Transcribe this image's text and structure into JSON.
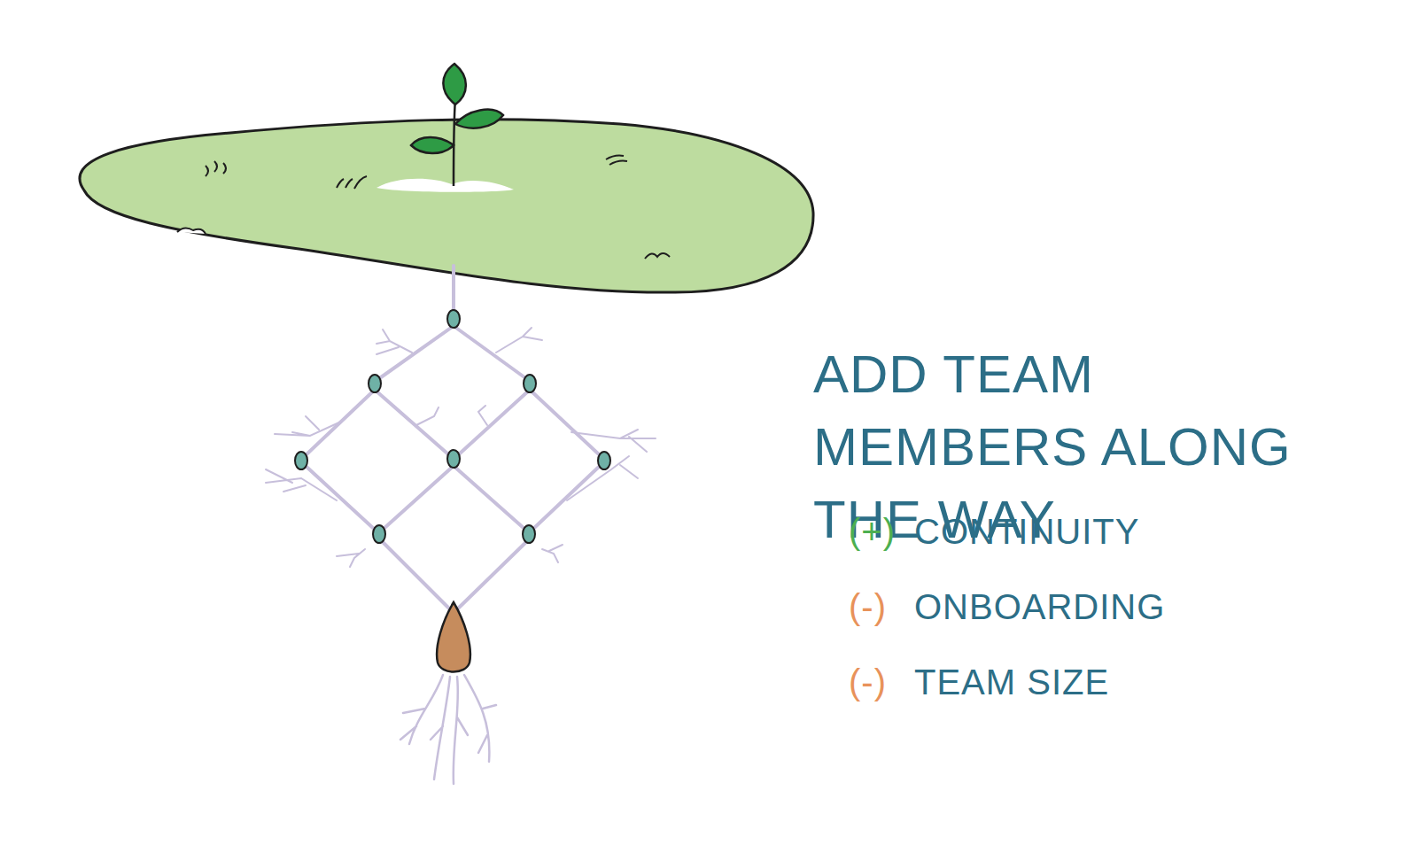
{
  "diagram": {
    "title": "ADD TEAM MEMBERS ALONG THE WAY",
    "labels": [
      "(+)",
      "CONTINUITY",
      "(-)",
      "ONBOARDING",
      "(-)",
      "TEAM SIZE"
    ]
  }
}
